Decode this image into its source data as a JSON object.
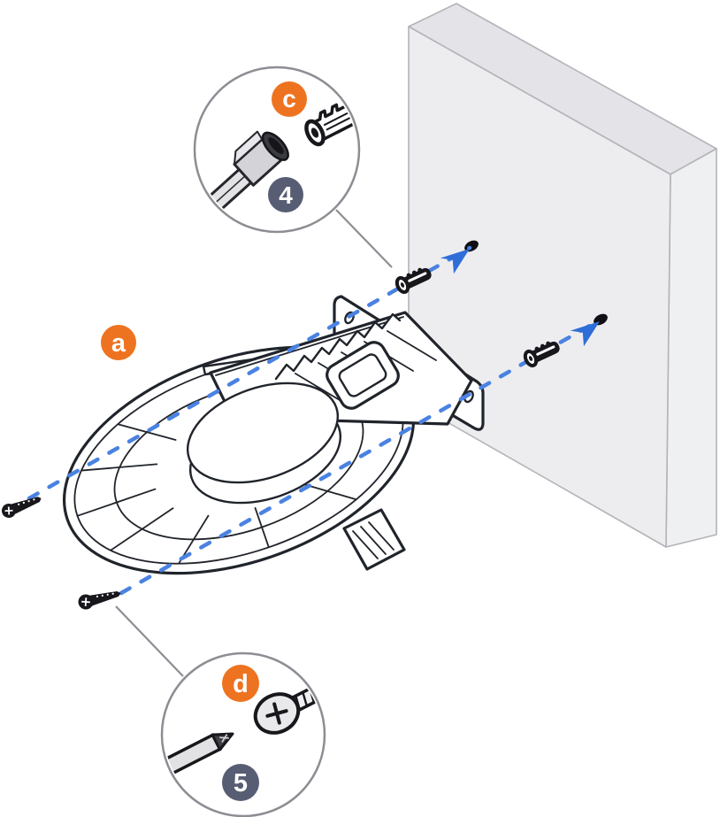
{
  "diagram": {
    "badges": {
      "part_a": {
        "label": "a"
      },
      "part_c": {
        "label": "c"
      },
      "step_4": {
        "label": "4"
      },
      "part_d": {
        "label": "d"
      },
      "step_5": {
        "label": "5"
      }
    },
    "colors": {
      "badge_orange": "#ee7320",
      "badge_slate": "#575d73",
      "guide_blue": "#4a82e2",
      "arrow_blue": "#2f6ed8",
      "line_art": "#20242b",
      "wall_front": "#ededf0",
      "wall_top": "#e4e4e8",
      "wall_side": "#eff0f2",
      "wall_edge": "#b3b3b9",
      "callout_ring": "#8d8d94"
    },
    "icons": {
      "hammer": "hammer-icon",
      "wall_anchor": "wall-anchor-icon",
      "screw": "phillips-screw-icon",
      "screwdriver": "screwdriver-icon",
      "arrow": "insert-direction-arrow-icon"
    }
  }
}
